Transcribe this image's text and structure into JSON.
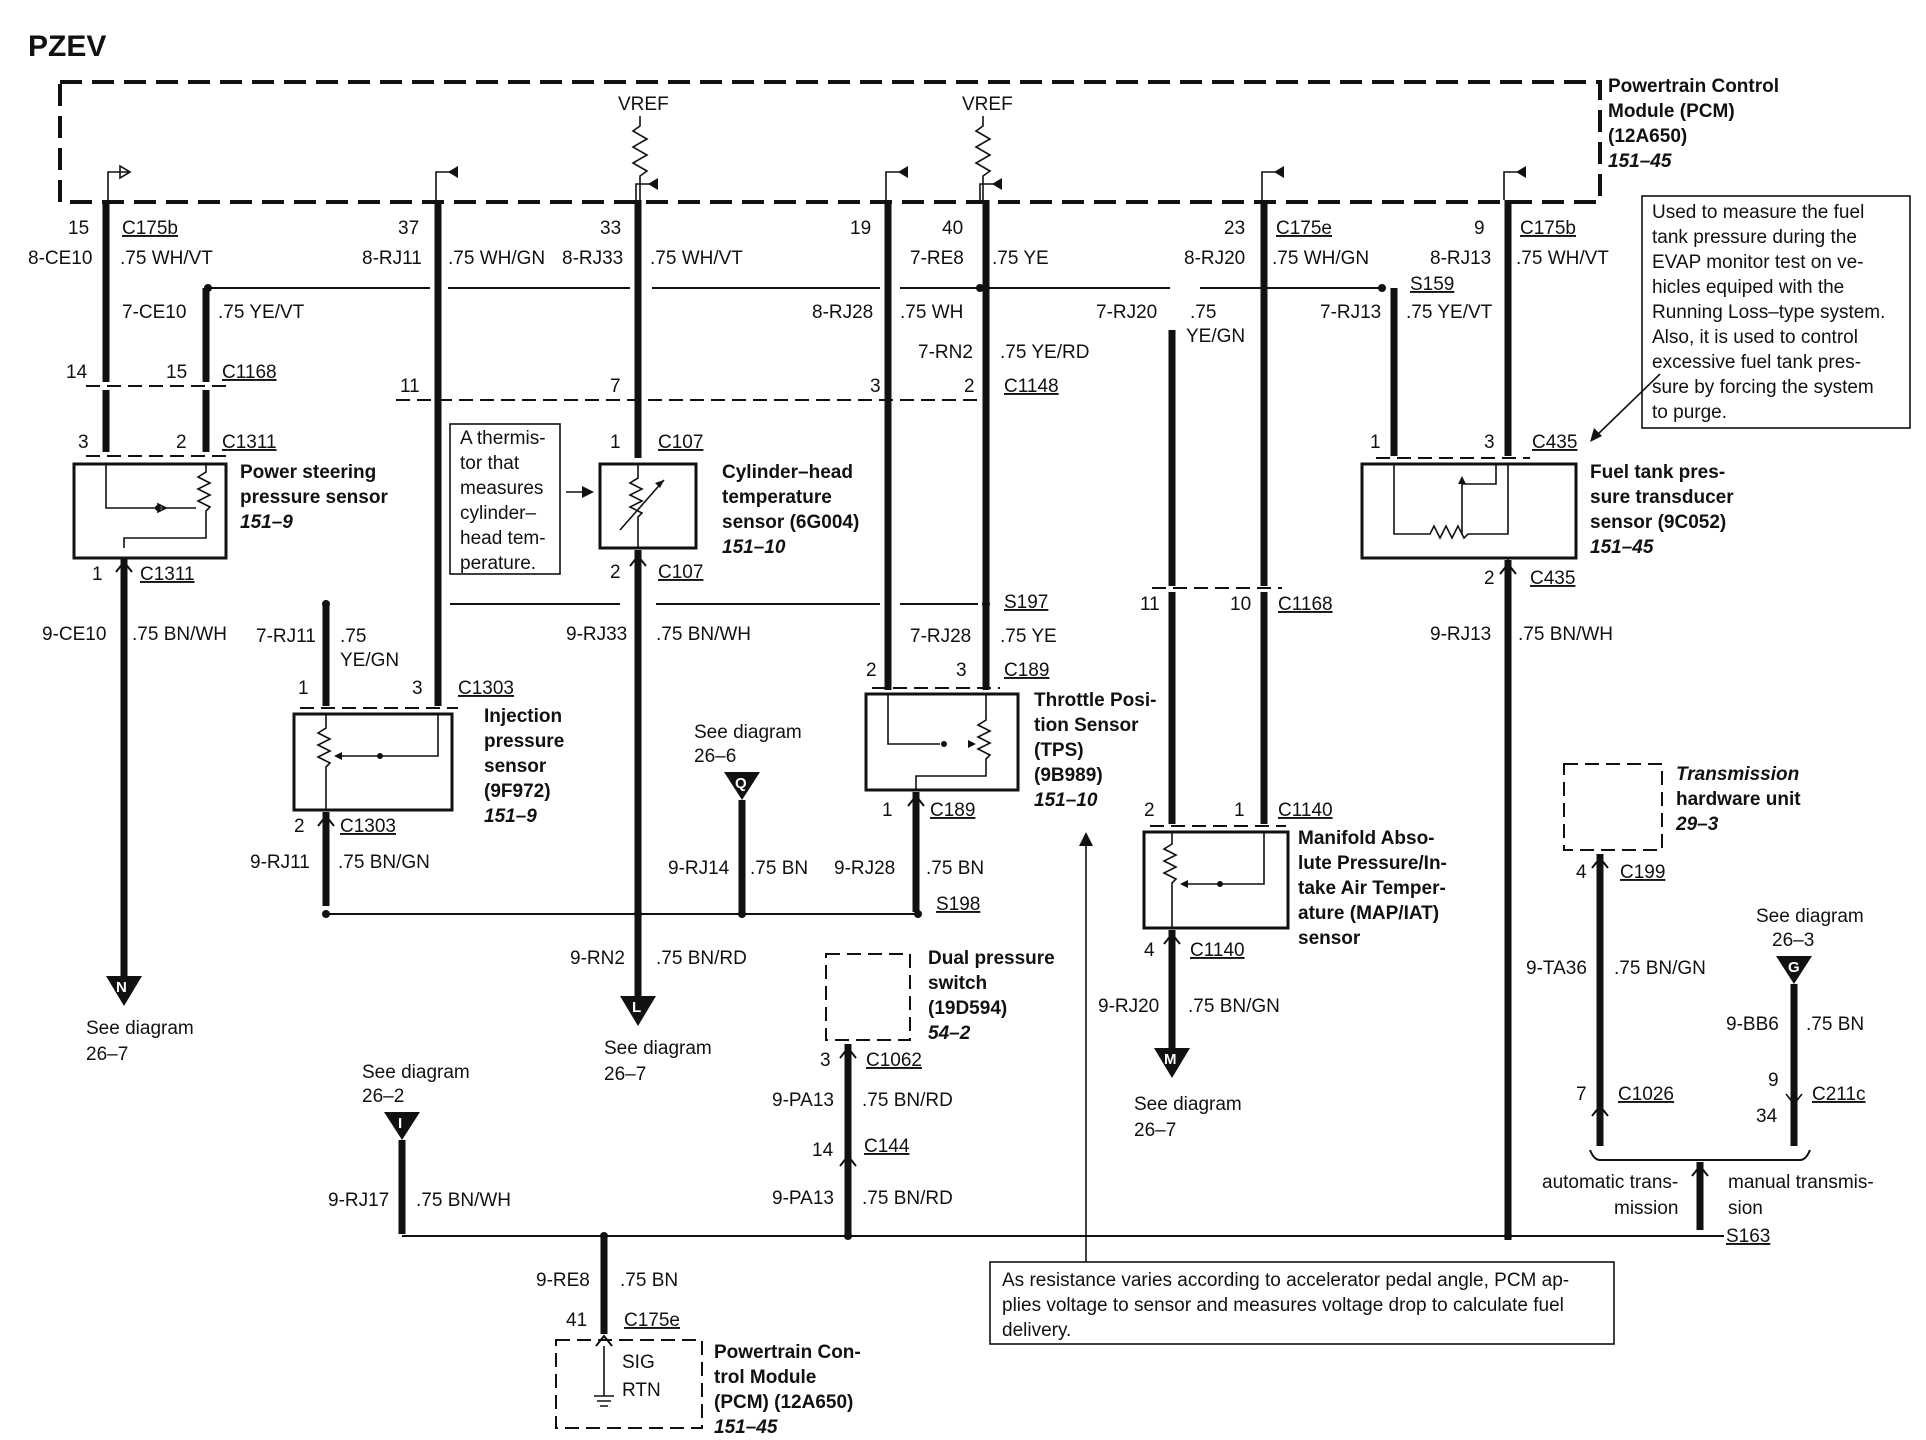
{
  "title": "PZEV",
  "pcm": {
    "name_l1": "Powertrain Control",
    "name_l2": "Module (PCM)",
    "part": "(12A650)",
    "ref": "151–45",
    "vref1": "VREF",
    "vref2": "VREF"
  },
  "wires": [
    {
      "pin": "15",
      "conn": "C175b",
      "circuit": "8-CE10",
      "color": ".75 WH/VT"
    },
    {
      "pin": "37",
      "circuit": "8-RJ11",
      "color": ".75 WH/GN"
    },
    {
      "pin": "33",
      "circuit": "8-RJ33",
      "color": ".75 WH/VT"
    },
    {
      "pin": "19",
      "circuit": "8-RJ28",
      "color": ".75 WH"
    },
    {
      "pin": "40",
      "circuit": "7-RE8",
      "color": ".75 YE"
    },
    {
      "pin": "23",
      "conn": "C175e",
      "circuit": "8-RJ20",
      "color": ".75 WH/GN"
    },
    {
      "pin": "9",
      "conn": "C175b",
      "circuit": "8-RJ13",
      "color": ".75 WH/VT"
    }
  ],
  "mid": {
    "ce10": "7-CE10",
    "ce10c": ".75 YE/VT",
    "rn2": "7-RN2",
    "rn2c": ".75 YE/RD",
    "rj20": "7-RJ20",
    "rj20c1": ".75",
    "rj20c2": "YE/GN",
    "rj13": "7-RJ13",
    "rj13c": ".75 YE/VT",
    "s159": "S159",
    "p14": "14",
    "p15": "15",
    "c1168": "C1168",
    "p11": "11",
    "p7": "7",
    "p3": "3",
    "p2": "2",
    "c1148": "C1148"
  },
  "ps_sensor": {
    "name_l1": "Power steering",
    "name_l2": "pressure sensor",
    "ref": "151–9",
    "p3": "3",
    "p2": "2",
    "c_top": "C1311",
    "p1": "1",
    "c_bot": "C1311",
    "out_circuit": "9-CE10",
    "out_color": ".75 BN/WH",
    "see": "See diagram",
    "see_ref": "26–7",
    "letter": "N"
  },
  "thermistor_note": {
    "l1": "A thermis-",
    "l2": "tor that",
    "l3": "measures",
    "l4": "cylinder–",
    "l5": "head tem-",
    "l6": "perature."
  },
  "cht_sensor": {
    "name_l1": "Cylinder–head",
    "name_l2": "temperature",
    "name_l3": "sensor (6G004)",
    "ref": "151–10",
    "p1": "1",
    "c_top": "C107",
    "p2": "2",
    "c_bot": "C107",
    "out_circuit": "9-RJ33",
    "out_color": ".75 BN/WH",
    "rn2_circuit": "9-RN2",
    "rn2_color": ".75 BN/RD",
    "see": "See diagram",
    "see_ref": "26–7",
    "letter": "L"
  },
  "inj_sensor": {
    "name_l1": "Injection",
    "name_l2": "pressure",
    "name_l3": "sensor",
    "name_l4": "(9F972)",
    "ref": "151–9",
    "in_circuit": "7-RJ11",
    "in_color1": ".75",
    "in_color2": "YE/GN",
    "p1": "1",
    "p3": "3",
    "c_top": "C1303",
    "p2": "2",
    "c_bot": "C1303",
    "out_circuit": "9-RJ11",
    "out_color": ".75 BN/GN"
  },
  "s197": "S197",
  "s198": "S198",
  "q_ref": {
    "see": "See diagram",
    "ref": "26–6",
    "letter": "Q",
    "circuit": "9-RJ14",
    "color": ".75 BN"
  },
  "tps": {
    "name_l1": "Throttle Posi-",
    "name_l2": "tion Sensor",
    "name_l3": "(TPS)",
    "name_l4": "(9B989)",
    "ref": "151–10",
    "in_circuit": "7-RJ28",
    "in_color": ".75 YE",
    "p2": "2",
    "p3": "3",
    "c_top": "C189",
    "p1": "1",
    "c_bot": "C189",
    "out_circuit": "9-RJ28",
    "out_color": ".75 BN"
  },
  "map": {
    "name_l1": "Manifold Abso-",
    "name_l2": "lute Pressure/In-",
    "name_l3": "take Air Temper-",
    "name_l4": "ature (MAP/IAT)",
    "name_l5": "sensor",
    "p11": "11",
    "p10": "10",
    "c1168": "C1168",
    "p2": "2",
    "p1": "1",
    "c_top": "C1140",
    "p4": "4",
    "c_bot": "C1140",
    "out_circuit": "9-RJ20",
    "out_color": ".75 BN/GN",
    "see": "See diagram",
    "see_ref": "26–7",
    "letter": "M"
  },
  "ftp": {
    "note_l1": "Used to measure the fuel",
    "note_l2": "tank pressure during the",
    "note_l3": "EVAP monitor test on ve-",
    "note_l4": "hicles equiped with the",
    "note_l5": "Running Loss–type system.",
    "note_l6": "Also, it is used to control",
    "note_l7": "excessive fuel tank pres-",
    "note_l8": "sure by forcing the system",
    "note_l9": "to purge.",
    "name_l1": "Fuel tank pres-",
    "name_l2": "sure transducer",
    "name_l3": "sensor (9C052)",
    "ref": "151–45",
    "p1": "1",
    "p3": "3",
    "c_top": "C435",
    "p2": "2",
    "c_bot": "C435",
    "out_circuit": "9-RJ13",
    "out_color": ".75 BN/WH"
  },
  "dps": {
    "name_l1": "Dual pressure",
    "name_l2": "switch",
    "name_l3": "(19D594)",
    "ref": "54–2",
    "p3": "3",
    "c1": "C1062",
    "circ1": "9-PA13",
    "col1": ".75 BN/RD",
    "p14": "14",
    "c2": "C144",
    "circ2": "9-PA13",
    "col2": ".75 BN/RD"
  },
  "i_ref": {
    "see": "See diagram",
    "ref": "26–2",
    "letter": "I",
    "circuit": "9-RJ17",
    "color": ".75 BN/WH"
  },
  "pcm_bottom": {
    "circuit": "9-RE8",
    "color": ".75 BN",
    "pin": "41",
    "conn": "C175e",
    "sig": "SIG",
    "rtn": "RTN",
    "name_l1": "Powertrain Con-",
    "name_l2": "trol Module",
    "name_l3": "(PCM) (12A650)",
    "ref": "151–45"
  },
  "tps_note": {
    "l1": "As resistance varies according to accelerator pedal angle, PCM ap-",
    "l2": "plies voltage to sensor and measures voltage drop to calculate fuel",
    "l3": "delivery."
  },
  "thu": {
    "name_l1": "Transmission",
    "name_l2": "hardware unit",
    "ref": "29–3",
    "p4": "4",
    "c199": "C199",
    "circuit": "9-TA36",
    "color": ".75 BN/GN",
    "p7": "7",
    "c1026": "C1026",
    "auto_l1": "automatic trans-",
    "auto_l2": "mission"
  },
  "g_ref": {
    "see": "See diagram",
    "ref": "26–3",
    "letter": "G",
    "circuit": "9-BB6",
    "color": ".75 BN",
    "p9": "9",
    "p34": "34",
    "conn": "C211c",
    "man_l1": "manual transmis-",
    "man_l2": "sion"
  },
  "s163": "S163"
}
